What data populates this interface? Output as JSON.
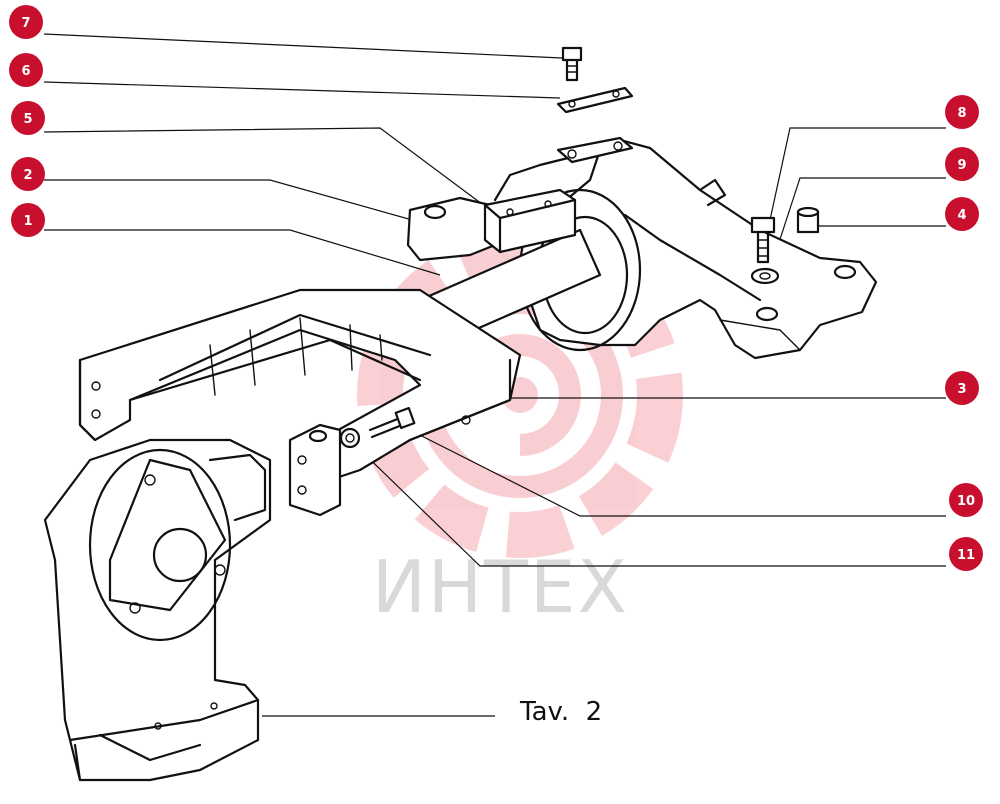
{
  "figure_label": "Tav.  2",
  "watermark": {
    "text": "ИНТЕХ",
    "color": "#e8273a"
  },
  "callout_color": "#c8102e",
  "callouts": [
    {
      "id": "c7",
      "label": "7"
    },
    {
      "id": "c6",
      "label": "6"
    },
    {
      "id": "c5",
      "label": "5"
    },
    {
      "id": "c2",
      "label": "2"
    },
    {
      "id": "c1",
      "label": "1"
    },
    {
      "id": "c8",
      "label": "8"
    },
    {
      "id": "c9",
      "label": "9"
    },
    {
      "id": "c4",
      "label": "4"
    },
    {
      "id": "c3",
      "label": "3"
    },
    {
      "id": "c10",
      "label": "10"
    },
    {
      "id": "c11",
      "label": "11"
    }
  ]
}
